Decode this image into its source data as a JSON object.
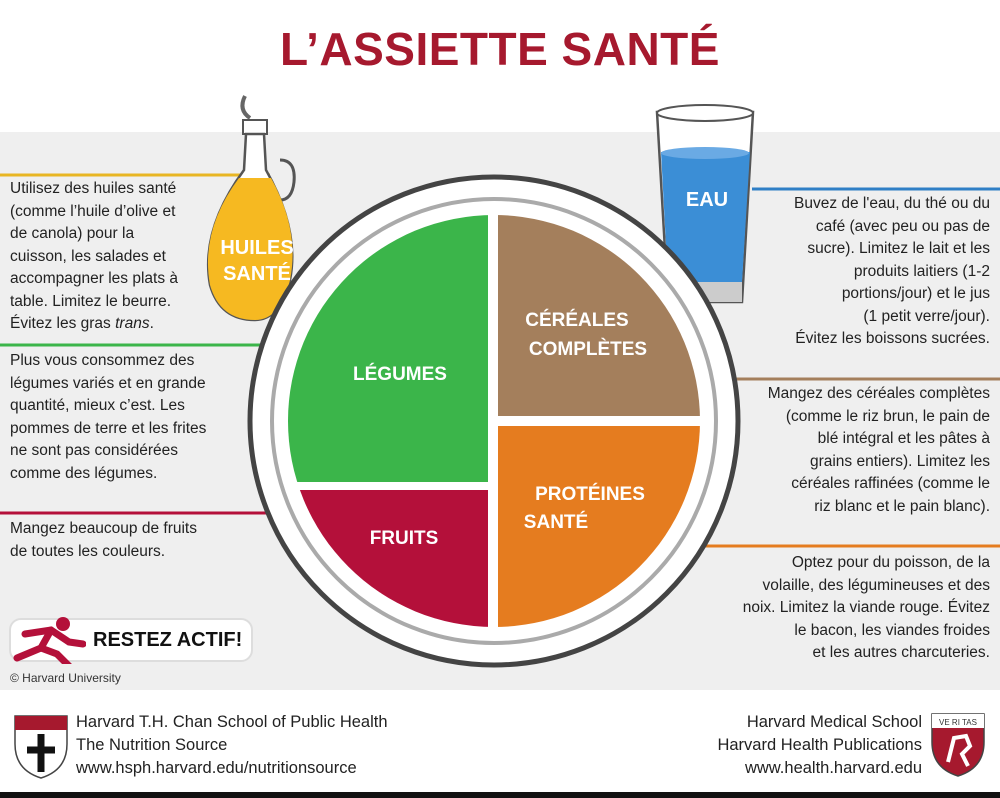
{
  "title": "L’ASSIETTE SANTÉ",
  "colors": {
    "title": "#a6192e",
    "oil": "#f6b921",
    "water": "#3b8ed6",
    "vegetables": "#3bb54a",
    "grains": "#a47f5c",
    "proteins": "#e57c1f",
    "fruits": "#b4103a"
  },
  "labels": {
    "oils": [
      "HUILES",
      "SANTÉ"
    ],
    "water": "EAU",
    "vegetables": "LÉGUMES",
    "grains": [
      "CÉRÉALES",
      "COMPLÈTES"
    ],
    "proteins": [
      "PROTÉINES",
      "SANTÉ"
    ],
    "fruits": "FRUITS"
  },
  "text": {
    "oils": [
      "Utilisez des huiles santé",
      "(comme l’huile d’olive et",
      "de canola) pour la",
      "cuisson, les salades et",
      "accompagner les plats à",
      "table. Limitez le beurre.",
      "Évitez les gras "
    ],
    "oils_trans": "trans",
    "oils_end": ".",
    "vegetables": [
      "Plus vous consommez des",
      "légumes variés et en grande",
      "quantité, mieux c’est. Les",
      "pommes de terre et les frites",
      "ne sont pas considérées",
      "comme des légumes."
    ],
    "fruits": [
      "Mangez beaucoup de fruits",
      "de toutes les couleurs."
    ],
    "water": [
      "Buvez de l'eau, du thé ou du",
      "café (avec peu ou pas de",
      "sucre). Limitez le lait et les",
      "produits laitiers (1-2",
      "portions/jour) et le jus",
      "(1 petit verre/jour).",
      "Évitez les boissons sucrées."
    ],
    "grains": [
      "Mangez des céréales complètes",
      "(comme le riz brun, le pain de",
      "blé intégral et les pâtes à",
      "grains entiers). Limitez les",
      "céréales raffinées (comme le",
      "riz blanc et le pain blanc)."
    ],
    "proteins": [
      "Optez pour du poisson, de la",
      "volaille, des légumineuses et des",
      "noix. Limitez la viande rouge. Évitez",
      "le bacon, les viandes froides",
      "et les autres charcuteries."
    ]
  },
  "active": "RESTEZ ACTIF!",
  "copyright": "© Harvard University",
  "footer_left": [
    "Harvard T.H. Chan School of Public Health",
    "The Nutrition Source",
    "www.hsph.harvard.edu/nutritionsource"
  ],
  "footer_right": [
    "Harvard Medical School",
    "Harvard Health Publications",
    "www.health.harvard.edu"
  ],
  "shield_text": [
    "VE",
    "RI",
    "TAS"
  ]
}
